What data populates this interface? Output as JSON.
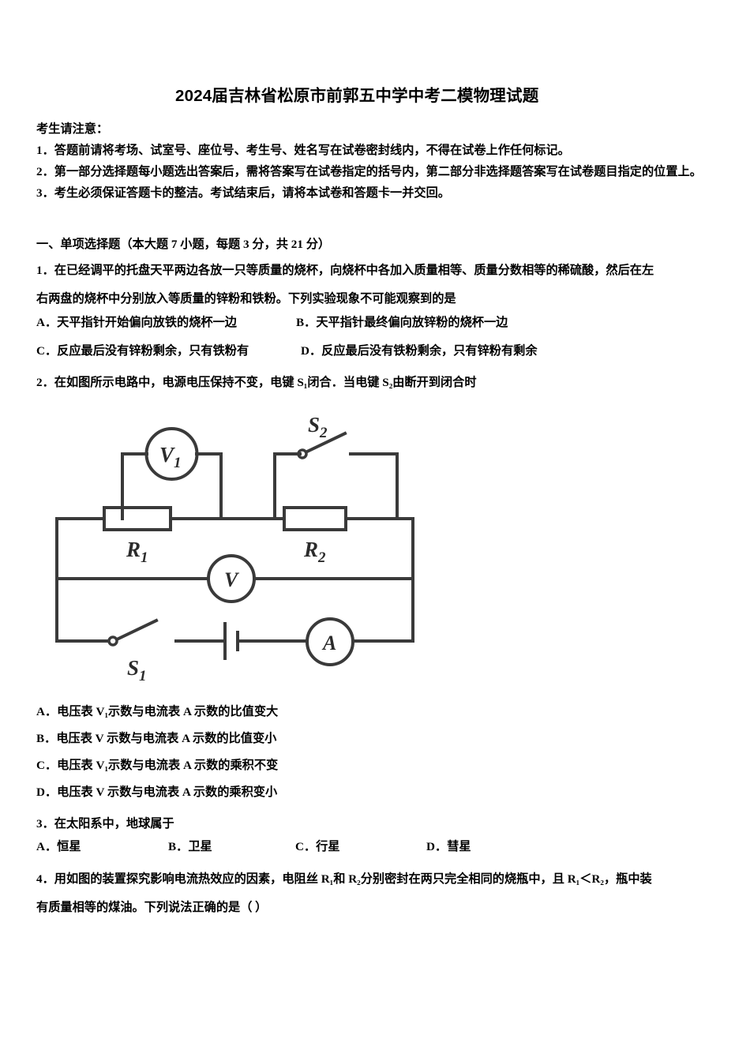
{
  "document": {
    "title": "2024届吉林省松原市前郭五中学中考二模物理试题",
    "notice_heading": "考生请注意：",
    "notice_items": [
      "1．答题前请将考场、试室号、座位号、考生号、姓名写在试卷密封线内，不得在试卷上作任何标记。",
      "2．第一部分选择题每小题选出答案后，需将答案写在试卷指定的括号内，第二部分非选择题答案写在试卷题目指定的位置上。",
      "3．考生必须保证答题卡的整洁。考试结束后，请将本试卷和答题卡一并交回。"
    ],
    "section_heading": "一、单项选择题（本大题 7 小题，每题 3 分，共 21 分）"
  },
  "questions": [
    {
      "number": "1．",
      "stem_line1": "1．在已经调平的托盘天平两边各放一只等质量的烧杯，向烧杯中各加入质量相等、质量分数相等的稀硫酸，然后在左",
      "stem_line2": "右两盘的烧杯中分别放入等质量的锌粉和铁粉。下列实验现象不可能观察到的是",
      "options": [
        "A．天平指针开始偏向放铁的烧杯一边",
        "B．天平指针最终偏向放锌粉的烧杯一边",
        "C．反应最后没有锌粉剩余，只有铁粉有",
        "D．反应最后没有铁粉剩余，只有锌粉有剩余"
      ]
    },
    {
      "number": "2．",
      "stem": "2．在如图所示电路中，电源电压保持不变，电键 S₁闭合．当电键 S₂由断开到闭合时",
      "options": [
        "A．电压表 V₁示数与电流表 A 示数的比值变大",
        "B．电压表 V 示数与电流表 A 示数的比值变小",
        "C．电压表 V₁示数与电流表 A 示数的乘积不变",
        "D．电压表 V 示数与电流表 A 示数的乘积变小"
      ]
    },
    {
      "number": "3．",
      "stem": "3．在太阳系中，地球属于",
      "options": [
        "A．恒星",
        "B．卫星",
        "C．行星",
        "D．彗星"
      ]
    },
    {
      "number": "4．",
      "stem_line1": "4．用如图的装置探究影响电流热效应的因素，电阻丝 R₁和 R₂分别密封在两只完全相同的烧瓶中，且 R₁＜R₂，瓶中装",
      "stem_line2": "有质量相等的煤油。下列说法正确的是（      ）"
    }
  ],
  "circuit": {
    "labels": {
      "voltmeter_1": "V",
      "voltmeter_1_sub": "1",
      "voltmeter_main": "V",
      "ammeter": "A",
      "resistor_1": "R",
      "resistor_1_sub": "1",
      "resistor_2": "R",
      "resistor_2_sub": "2",
      "switch_1": "S",
      "switch_1_sub": "1",
      "switch_2": "S",
      "switch_2_sub": "2"
    },
    "stroke_color": "#3a3a3a"
  }
}
